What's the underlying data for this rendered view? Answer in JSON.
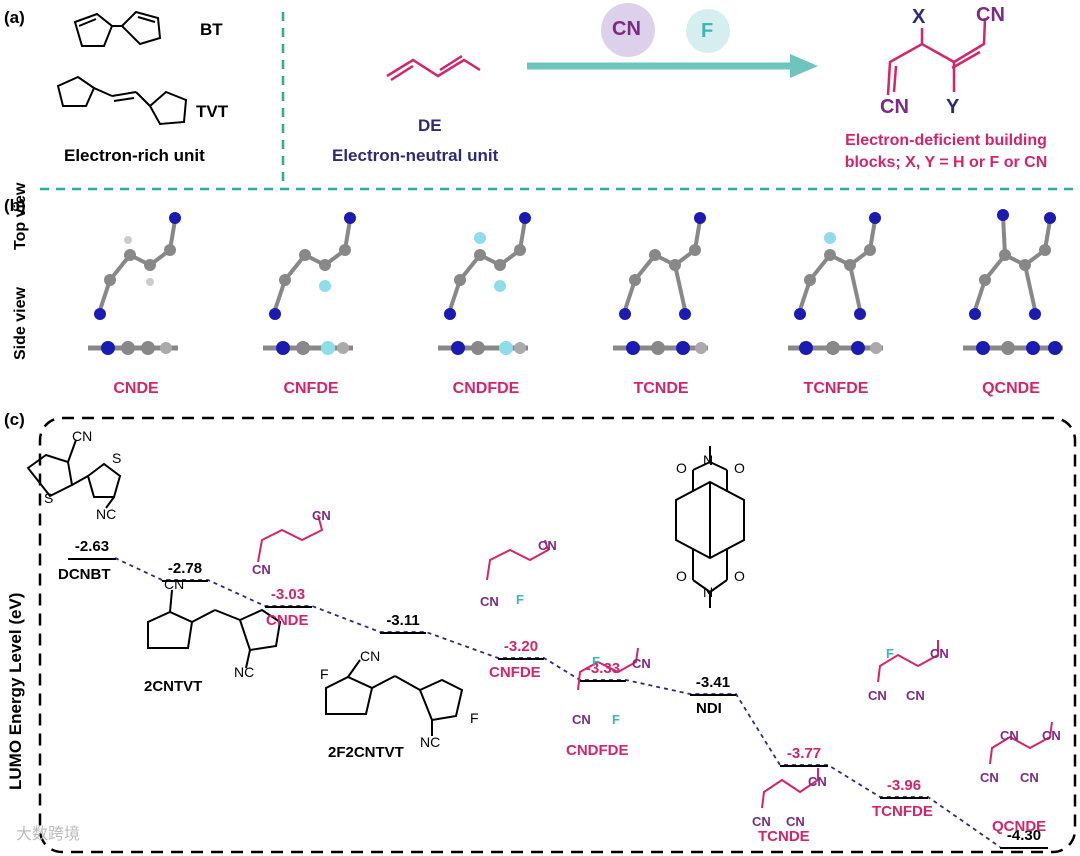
{
  "panels": {
    "a": "(a)",
    "b": "(b)",
    "c": "(c)"
  },
  "panel_a": {
    "bt": "BT",
    "tvt": "TVT",
    "rich": "Electron-rich unit",
    "de": "DE",
    "neutral": "Electron-neutral unit",
    "cn_bubble": "CN",
    "f_bubble": "F",
    "x": "X",
    "y": "Y",
    "cn_top": "CN",
    "cn_bottom": "CN",
    "deficient_line1": "Electron-deficient building",
    "deficient_line2": "blocks; X, Y = H or F or CN"
  },
  "panel_b": {
    "top_view": "Top view",
    "side_view": "Side view",
    "molecules": [
      "CNDE",
      "CNFDE",
      "CNDFDE",
      "TCNDE",
      "TCNFDE",
      "QCNDE"
    ]
  },
  "panel_c": {
    "ylabel": "LUMO Energy Level (eV)",
    "levels": [
      {
        "name": "DCNBT",
        "value": "-2.63",
        "color": "black"
      },
      {
        "name": "2CNTVT",
        "value": "-2.78",
        "color": "black"
      },
      {
        "name": "CNDE",
        "value": "-3.03",
        "color": "magenta"
      },
      {
        "name": "2F2CNTVT",
        "value": "-3.11",
        "color": "black"
      },
      {
        "name": "CNFDE",
        "value": "-3.20",
        "color": "magenta"
      },
      {
        "name": "CNDFDE",
        "value": "-3.33",
        "color": "magenta"
      },
      {
        "name": "NDI",
        "value": "-3.41",
        "color": "black"
      },
      {
        "name": "TCNDE",
        "value": "-3.77",
        "color": "magenta"
      },
      {
        "name": "TCNFDE",
        "value": "-3.96",
        "color": "magenta"
      },
      {
        "name": "QCNDE",
        "value": "-4.30",
        "color": "magenta"
      }
    ],
    "struct_text": {
      "cn": "CN",
      "nc": "NC",
      "s": "S",
      "f": "F",
      "n": "N",
      "o": "O"
    },
    "watermark": "大数跨境"
  },
  "colors": {
    "magenta": "#d4246b",
    "navy": "#2d2a7a",
    "purple": "#7b2a86",
    "teal": "#3fb7b0",
    "dash": "#2fa89e"
  }
}
